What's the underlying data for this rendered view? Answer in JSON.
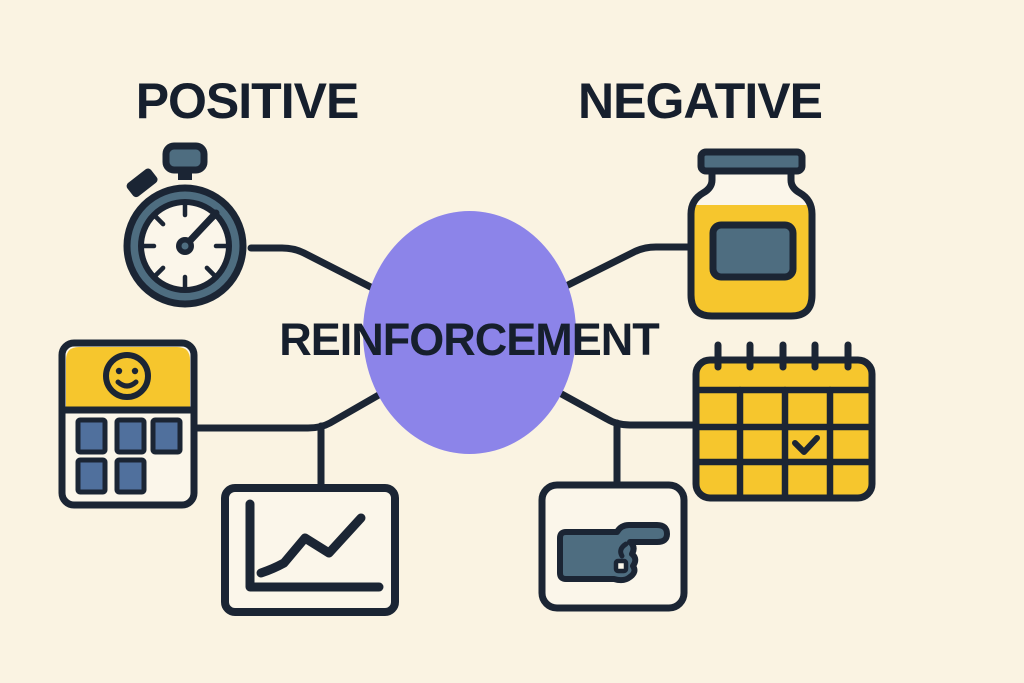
{
  "colors": {
    "background": "#faf3e2",
    "navy": "#1b2534",
    "text": "#161f2d",
    "purple": "#8c84e9",
    "yellow": "#f6c62d",
    "slate": "#4e6d80",
    "slateblue": "#50709d",
    "paper": "#fbf6ea"
  },
  "diagram": {
    "center": {
      "label": "REINFORCEMENT",
      "shape": "circle",
      "color": "#8c84e9"
    },
    "positive_branch": {
      "heading": "POSITIVE",
      "icons": [
        "stopwatch-icon",
        "calculator-icon",
        "line-chart-icon"
      ]
    },
    "negative_branch": {
      "heading": "NEGATIVE",
      "icons": [
        "honey-jar-icon",
        "calendar-icon",
        "pointing-hand-icon"
      ]
    }
  }
}
